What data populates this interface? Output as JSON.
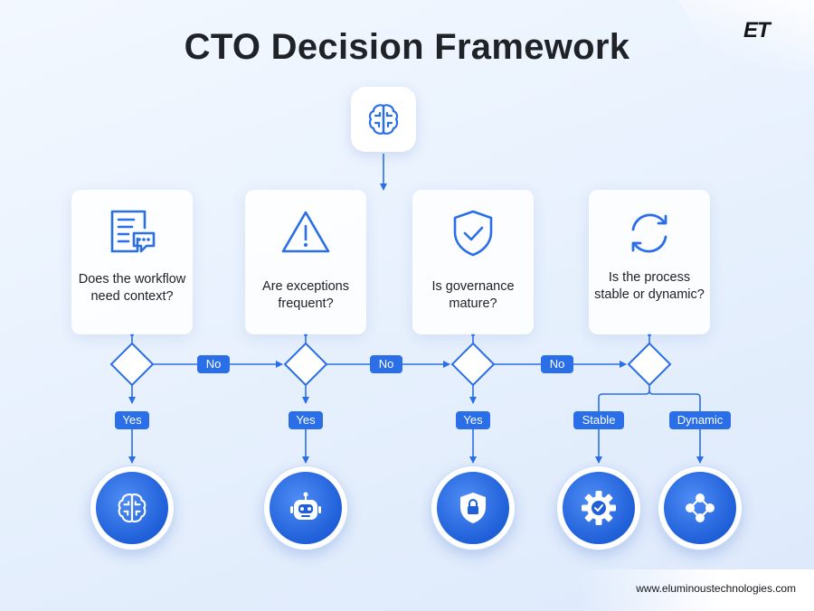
{
  "title": "CTO Decision Framework",
  "logo": "ET",
  "website": "www.eluminoustechnologies.com",
  "start_icon": "brain-circuit-icon",
  "questions": [
    {
      "icon": "document-chat-icon",
      "text": "Does the workflow need context?"
    },
    {
      "icon": "warning-triangle-icon",
      "text": "Are exceptions frequent?"
    },
    {
      "icon": "shield-check-icon",
      "text": "Is governance mature?"
    },
    {
      "icon": "refresh-cycle-icon",
      "text": "Is the process stable or dynamic?"
    }
  ],
  "branch_labels": {
    "no": "No",
    "yes": "Yes",
    "stable": "Stable",
    "dynamic": "Dynamic"
  },
  "outcomes": [
    {
      "icon": "brain-circuit-icon"
    },
    {
      "icon": "robot-icon"
    },
    {
      "icon": "shield-lock-icon"
    },
    {
      "icon": "gear-check-icon"
    },
    {
      "icon": "network-nodes-icon"
    }
  ],
  "colors": {
    "accent": "#2a6fe8",
    "title": "#1f2227",
    "background": "#e6f0fd"
  }
}
